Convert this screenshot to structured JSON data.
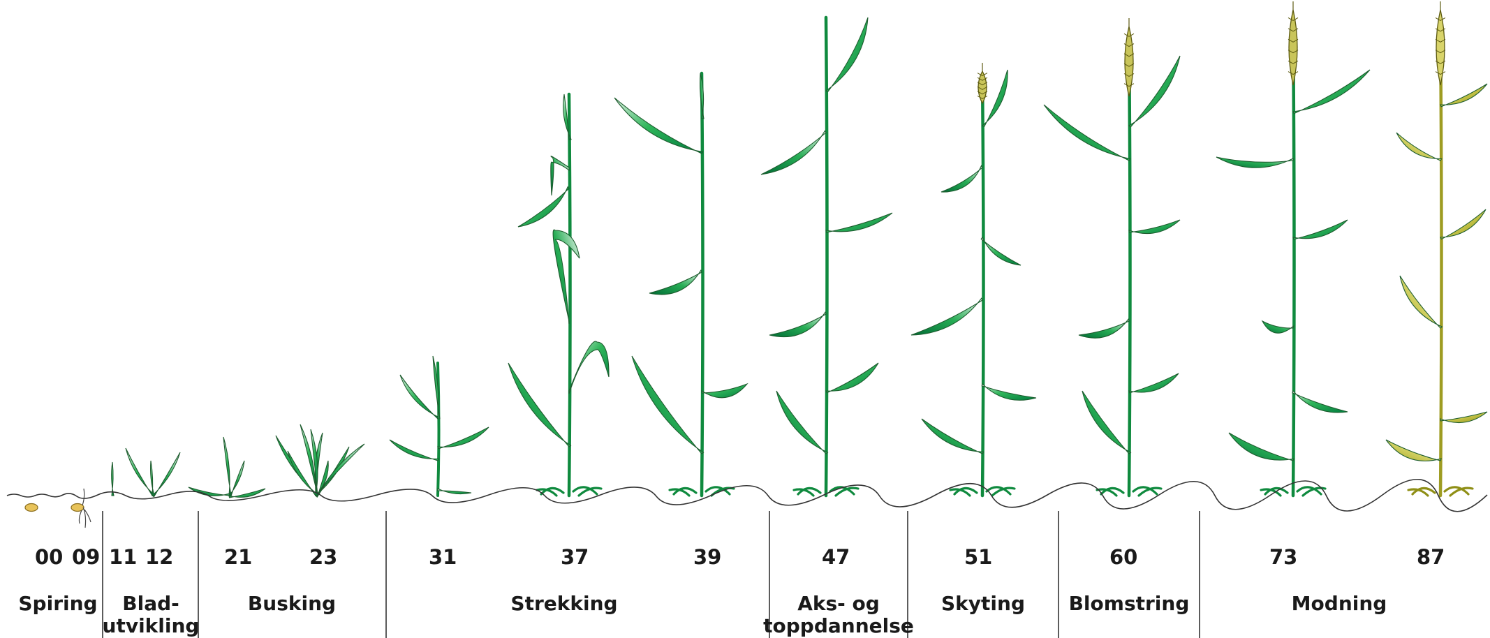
{
  "codes": [
    {
      "label": "00"
    },
    {
      "label": "09"
    },
    {
      "label": "11"
    },
    {
      "label": "12"
    },
    {
      "label": "21"
    },
    {
      "label": "23"
    },
    {
      "label": "31"
    },
    {
      "label": "37"
    },
    {
      "label": "39"
    },
    {
      "label": "47"
    },
    {
      "label": "51"
    },
    {
      "label": "60"
    },
    {
      "label": "73"
    },
    {
      "label": "87"
    }
  ],
  "stages": [
    {
      "lines": [
        "Spiring"
      ]
    },
    {
      "lines": [
        "Blad-",
        "utvikling"
      ]
    },
    {
      "lines": [
        "Busking"
      ]
    },
    {
      "lines": [
        "Strekking"
      ]
    },
    {
      "lines": [
        "Aks- og",
        "toppdannelse"
      ]
    },
    {
      "lines": [
        "Skyting"
      ]
    },
    {
      "lines": [
        "Blomstring"
      ]
    },
    {
      "lines": [
        "Modning"
      ]
    }
  ],
  "colors": {
    "green_dark": "#007a3d",
    "green_mid": "#1aa14a",
    "green_light": "#cfe8d6",
    "yellow_leaf": "#b8b832",
    "yellow_pale": "#e8e7b8",
    "ear_yellow": "#c9c55a",
    "seed": "#e8c35a",
    "ground": "#333333"
  }
}
